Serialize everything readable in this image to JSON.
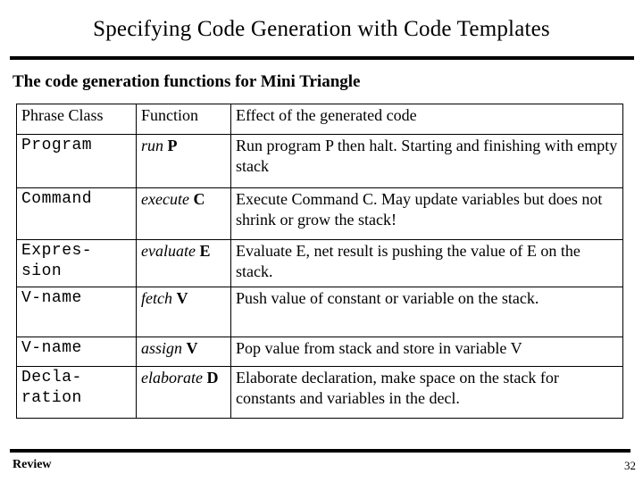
{
  "slide": {
    "title": "Specifying Code Generation with Code Templates",
    "subtitle": "The code generation functions for Mini Triangle"
  },
  "table": {
    "headers": {
      "phrase_class": "Phrase Class",
      "function": "Function",
      "effect": "Effect of the generated code"
    },
    "rows": [
      {
        "phrase_class": "Program",
        "function_name": "run",
        "function_arg": "P",
        "effect": "Run program P then halt. Starting and finishing with empty stack"
      },
      {
        "phrase_class": "Command",
        "function_name": "execute",
        "function_arg": "C",
        "effect": "Execute Command C. May update variables but does not shrink or grow the stack!"
      },
      {
        "phrase_class": "Expres-\nsion",
        "function_name": "evaluate",
        "function_arg": "E",
        "effect": "Evaluate E, net result is pushing the value of E on the stack."
      },
      {
        "phrase_class": "V-name",
        "function_name": "fetch",
        "function_arg": "V",
        "effect": "Push value of constant or variable on the stack."
      },
      {
        "phrase_class": "V-name",
        "function_name": "assign",
        "function_arg": "V",
        "effect": "Pop value from stack and store in variable V"
      },
      {
        "phrase_class": "Decla-\nration",
        "function_name": "elaborate",
        "function_arg": "D",
        "effect": "Elaborate declaration, make space on the stack for constants and variables in the decl."
      }
    ]
  },
  "footer": {
    "label": "Review",
    "page_number": "32"
  },
  "colors": {
    "background": "#ffffff",
    "text": "#000000",
    "rule": "#000000",
    "table_border": "#000000"
  }
}
